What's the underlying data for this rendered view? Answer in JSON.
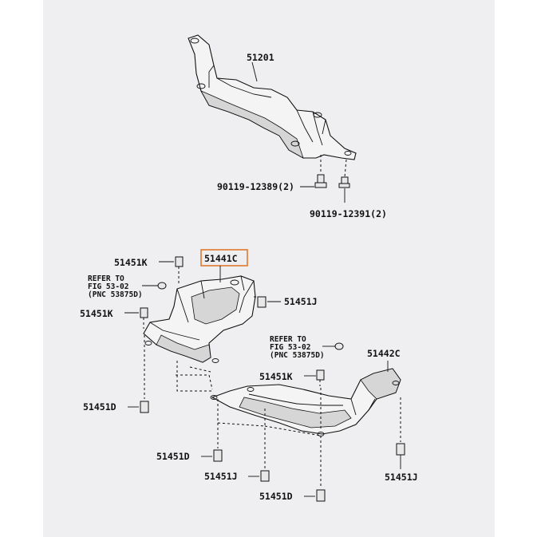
{
  "parts": {
    "crossmember": "51201",
    "bolt_left": "90119-12389(2)",
    "bolt_right": "90119-12391(2)",
    "front_cover": "51441C",
    "rear_cover": "51442C",
    "k_top": "51451K",
    "k_mid": "51451K",
    "k_right": "51451K",
    "j_upper": "51451J",
    "j_bottom": "51451J",
    "j_right": "51451J",
    "d_left": "51451D",
    "d_mid": "51451D",
    "d_bottom": "51451D"
  },
  "refs": {
    "left": {
      "line1": "REFER TO",
      "line2": "FIG 53-02",
      "line3": "(PNC 53875D)"
    },
    "right": {
      "line1": "REFER TO",
      "line2": "FIG 53-02",
      "line3": "(PNC 53875D)"
    }
  },
  "highlight_color": "#e2792e"
}
